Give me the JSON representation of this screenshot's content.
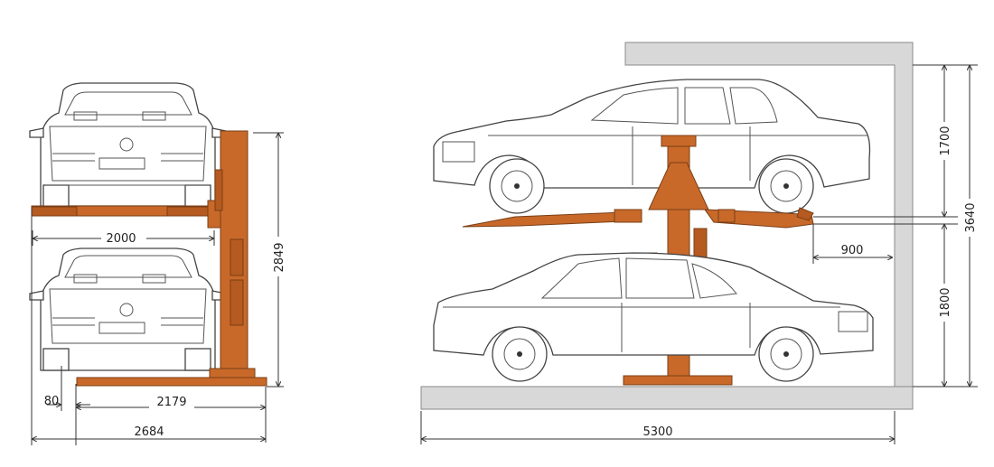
{
  "front_view": {
    "dimensions": {
      "platform_width": "2000",
      "height": "2849",
      "offset": "80",
      "base_length": "2179",
      "total_width": "2684"
    }
  },
  "side_view": {
    "dimensions": {
      "upper_clearance": "1700",
      "lower_clearance": "1800",
      "total_height": "3640",
      "wall_gap": "900",
      "total_length": "5300"
    }
  },
  "colors": {
    "lift": "#c8692a",
    "wall": "#d8d8d8",
    "outline": "#444444"
  }
}
